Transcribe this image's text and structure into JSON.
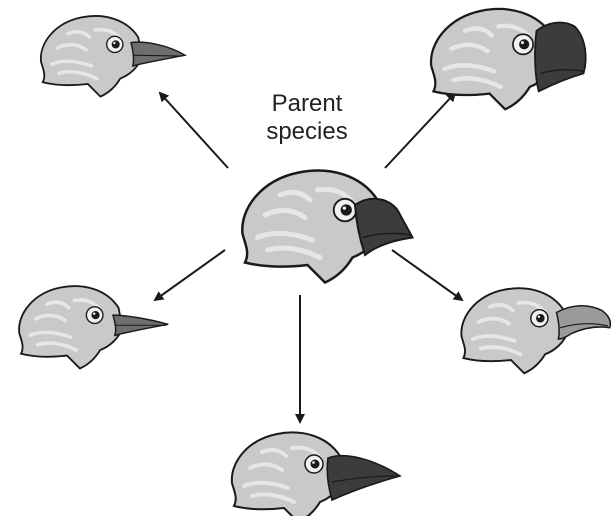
{
  "label": {
    "line1": "Parent",
    "line2": "species"
  },
  "colors": {
    "head_fill": "#c9c9c9",
    "feather_mark": "#e6e6e6",
    "outline": "#1a1a1a",
    "beak_dark": "#3c3c3c",
    "beak_mid": "#6e6e6e",
    "beak_light": "#9a9a9a",
    "arrow": "#1a1a1a"
  },
  "birds": [
    {
      "id": "parent",
      "icon": "finch-head-large-beak",
      "beak_shade": "dark"
    },
    {
      "id": "top-left",
      "icon": "finch-head-pointed-beak",
      "beak_shade": "mid"
    },
    {
      "id": "top-right",
      "icon": "finch-head-heavy-beak",
      "beak_shade": "dark"
    },
    {
      "id": "left",
      "icon": "finch-head-thin-beak",
      "beak_shade": "mid"
    },
    {
      "id": "right",
      "icon": "finch-head-hooked-beak",
      "beak_shade": "light"
    },
    {
      "id": "bottom",
      "icon": "finch-head-long-beak",
      "beak_shade": "dark"
    }
  ]
}
